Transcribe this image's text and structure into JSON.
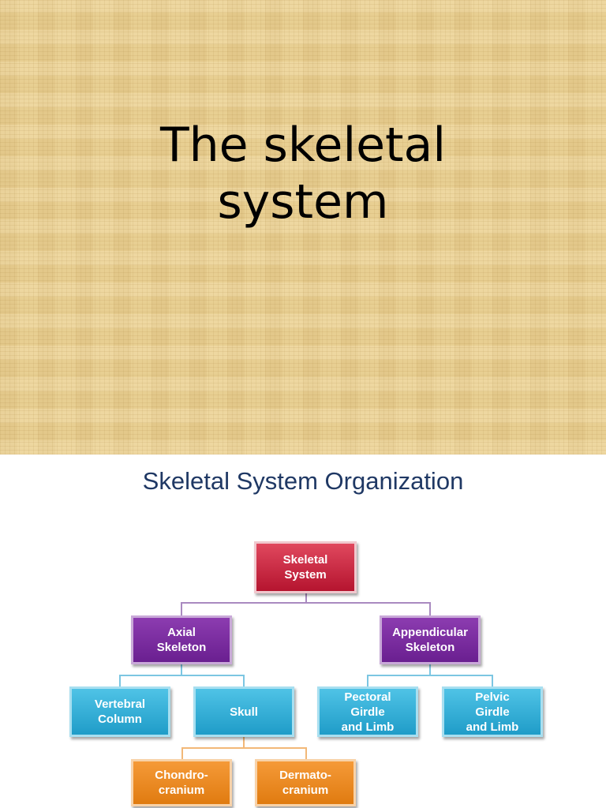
{
  "slide1": {
    "title_line1": "The skeletal",
    "title_line2": "system",
    "background_color": "#e8cf92"
  },
  "slide2": {
    "title": "Skeletal System Organization",
    "nodes": {
      "skeletal_system": "Skeletal\nSystem",
      "axial_skeleton": "Axial\nSkeleton",
      "appendicular_skeleton": "Appendicular\nSkeleton",
      "vertebral_column": "Vertebral\nColumn",
      "skull": "Skull",
      "pectoral_girdle": "Pectoral\nGirdle\nand Limb",
      "pelvic_girdle": "Pelvic\nGirdle\nand Limb",
      "chondrocranium": "Chondro-\ncranium",
      "dermatocranium": "Dermato-\ncranium"
    },
    "hierarchy": [
      {
        "parent": "skeletal_system",
        "children": [
          "axial_skeleton",
          "appendicular_skeleton"
        ]
      },
      {
        "parent": "axial_skeleton",
        "children": [
          "vertebral_column",
          "skull"
        ]
      },
      {
        "parent": "appendicular_skeleton",
        "children": [
          "pectoral_girdle",
          "pelvic_girdle"
        ]
      },
      {
        "parent": "skull",
        "children": [
          "chondrocranium",
          "dermatocranium"
        ]
      }
    ],
    "colors": {
      "root": "#c21d3a",
      "level1": "#7b2ba0",
      "level2": "#2aaad6",
      "level3": "#ee8a22",
      "title": "#1f3864"
    }
  }
}
